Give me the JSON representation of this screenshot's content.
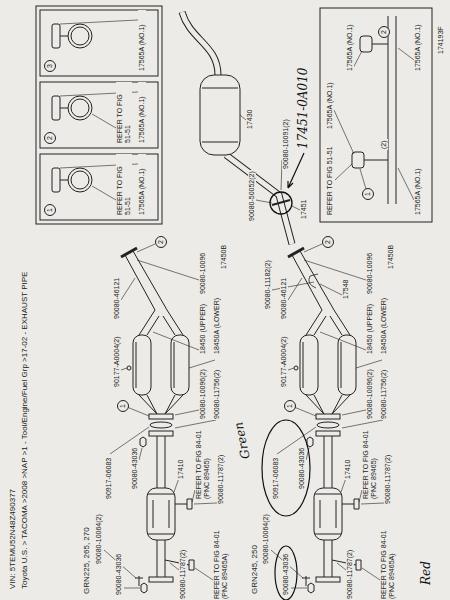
{
  "diagram": {
    "labels": [
      "VIN: 5TEMU52N48Z490377",
      "Toyota U.S. > TACOMA >2008 >NAP >1 - Tool/Engine/Fuel Grp >17-02 - EXHAUST PIPE",
      "GRN225, 265, 270",
      "90080-10064(2)",
      "90917-06083",
      "90080-43036",
      "90080-43036",
      "17410",
      "90080-11787(2)",
      "REFER TO FIG 84-01 (PNC 89465)",
      "REFER TO FIG 84-01 (PNC 89465A)",
      "90080-11787(2)",
      "1",
      "90080-10096(2)",
      "90080-11756(2)",
      "18450 (UPPER)",
      "18450A (LOWER)",
      "90177-A0004(2)",
      "90080-46121",
      "90080-10096",
      "17450B",
      "2",
      "GRN245, 250",
      "90080-10064(2)",
      "90917-06083",
      "90080-43036",
      "90080-43036",
      "17410",
      "90080-11787(2)",
      "REFER TO FIG 84-01 (PNC 89465)",
      "REFER TO FIG 84-01 (PNC 89465A)",
      "90080-11787(2)",
      "1",
      "90080-10096(2)",
      "90080-11756(2)",
      "18450 (UPPER)",
      "18450A (LOWER)",
      "90177-A0004(2)",
      "90080-46121",
      "90080-10096",
      "17450B",
      "2",
      "90080-11182(2)",
      "17548",
      "Green",
      "1",
      "REFER TO FIG 51-51",
      "17565A (NO.1)",
      "2",
      "REFER TO FIG 51-51",
      "17565A (NO.1)",
      "3",
      "17565A (NO.1)",
      "90080-50052(2)",
      "90080-10091(2)",
      "17430",
      "17451",
      "17451-0A010",
      "REFER TO FIG 51-51",
      "17565A (NO.1)",
      "17565A (NO.1)",
      "17565A (NO.1)",
      "17565A (NO.1)",
      "(2)",
      "1",
      "2",
      "174193F",
      "Red"
    ]
  }
}
